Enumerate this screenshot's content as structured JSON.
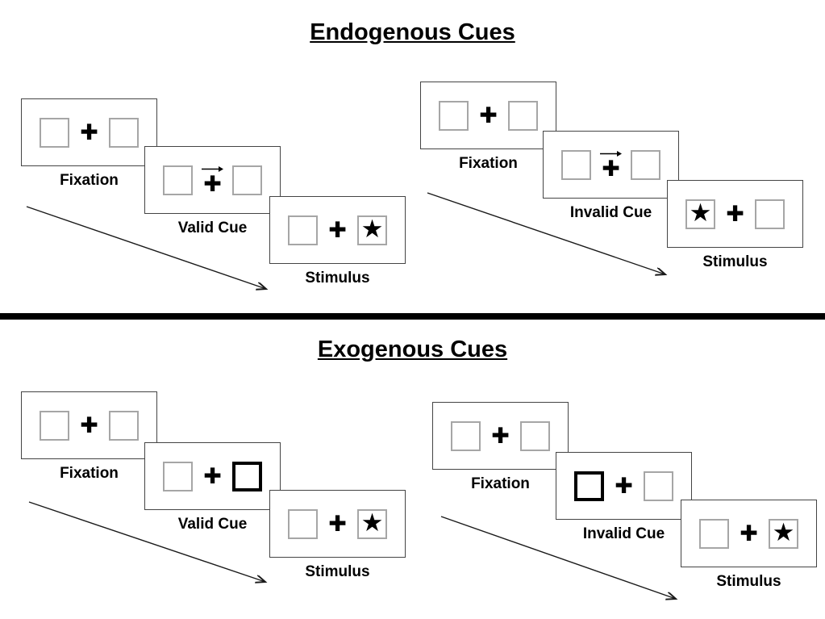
{
  "titles": {
    "endogenous": "Endogenous Cues",
    "exogenous": "Exogenous Cues"
  },
  "icons": {
    "plus_glyph": "✚",
    "star_glyph": "★",
    "cue_arrow": "right-arrow"
  },
  "colors": {
    "ink": "#000000",
    "panel_border": "#444444",
    "square_border": "#a6a6a6",
    "cued_square_border": "#000000",
    "divider": "#000000",
    "background": "#ffffff"
  },
  "sections": {
    "endogenous": {
      "title": "Endogenous Cues",
      "valid": {
        "frames": [
          {
            "label": "Fixation"
          },
          {
            "label": "Valid Cue"
          },
          {
            "label": "Stimulus"
          }
        ]
      },
      "invalid": {
        "frames": [
          {
            "label": "Fixation"
          },
          {
            "label": "Invalid Cue"
          },
          {
            "label": "Stimulus"
          }
        ]
      }
    },
    "exogenous": {
      "title": "Exogenous Cues",
      "valid": {
        "frames": [
          {
            "label": "Fixation"
          },
          {
            "label": "Valid Cue"
          },
          {
            "label": "Stimulus"
          }
        ]
      },
      "invalid": {
        "frames": [
          {
            "label": "Fixation"
          },
          {
            "label": "Invalid Cue"
          },
          {
            "label": "Stimulus"
          }
        ]
      }
    }
  }
}
